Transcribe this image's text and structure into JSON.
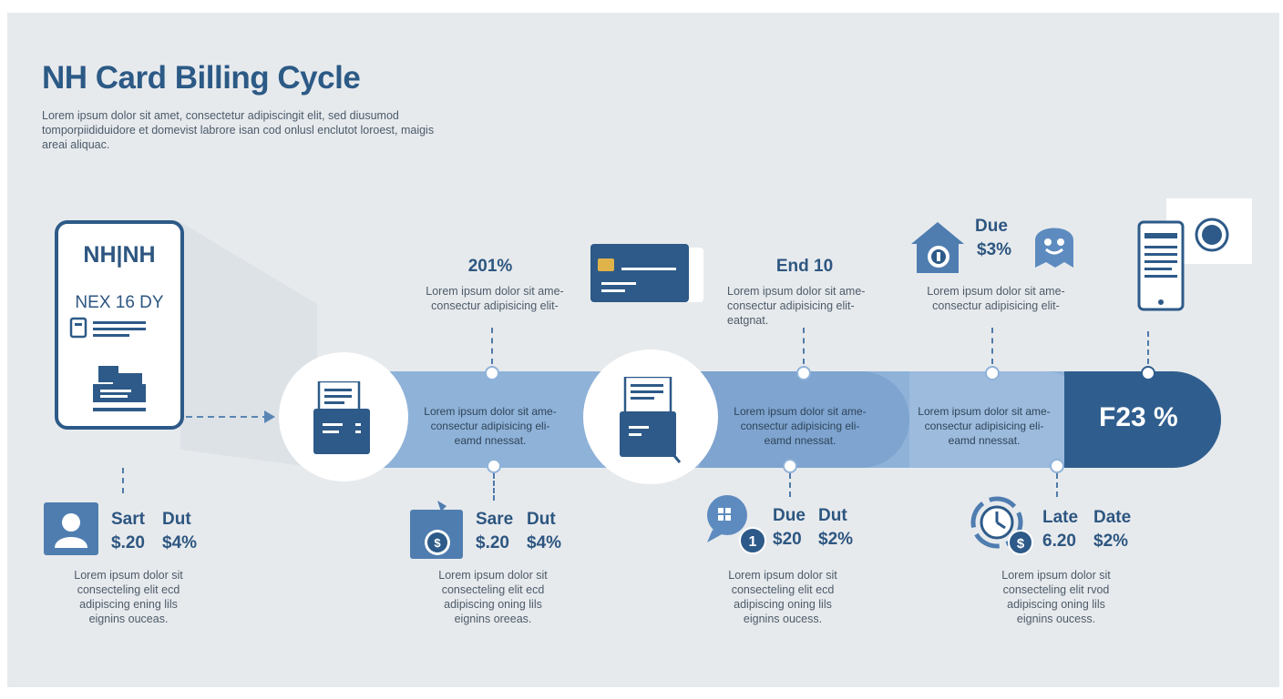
{
  "header": {
    "title": "NH Card Billing Cycle",
    "subtitle": "Lorem ipsum dolor sit amet, consectetur adipiscingit elit, sed diusumod tomporpiididuidore et domevist labrore isan cod onlusl enclutot loroest, maigis areai aliquac."
  },
  "card": {
    "line1": "NH|NH",
    "line2": "NEX  16 DY"
  },
  "top": [
    {
      "heading": "201%",
      "text": "Lorem ipsum dolor sit ame-\nconsectur adipisicing elit-"
    },
    {
      "heading": "End 10",
      "text": "Lorem ipsum dolor sit ame-\nconsectur adipisicing elit-\neatgnat."
    },
    {
      "heading_a": "Due",
      "heading_b": "$3%",
      "text": "Lorem ipsum dolor sit ame-\nconsectur adipisicing elit-"
    }
  ],
  "band": {
    "seg1": "Lorem ipsum dolor sit ame-\nconsectur adipisicing eli-\neamd nnessat.",
    "seg2": "Lorem ipsum dolor sit ame-\nconsectur adipisicing eli-\neamd nnessat.",
    "seg3": "Lorem ipsum dolor sit ame-\nconsectur adipisicing eli-\neamd nnessat.",
    "end_label": "F23 %"
  },
  "bottom": [
    {
      "k1": "Sart",
      "k2": "Dut",
      "v1": "$.20",
      "v2": "$4%",
      "text": "Lorem ipsum dolor sit\nconsecteling elit ecd\nadipiscing ening lils\neignins ouceas."
    },
    {
      "k1": "Sare",
      "k2": "Dut",
      "v1": "$.20",
      "v2": "$4%",
      "text": "Lorem ipsum dolor sit\nconsecteling elit ecd\nadipiscing oning lils\neignins oreeas."
    },
    {
      "k1": "Due",
      "k2": "Dut",
      "v1": "$20",
      "v2": "$2%",
      "text": "Lorem ipsum dolor sit\nconsecteling elit ecd\nadipiscing oning lils\neignins oucess."
    },
    {
      "k1": "Late",
      "k2": "Date",
      "v1": "6.20",
      "v2": "$2%",
      "text": "Lorem ipsum dolor sit\nconsecteling elit rvod\nadipiscing oning lils\neignins oucess."
    }
  ],
  "icons": {
    "card_doc": "card-document-icon",
    "credit_card": "credit-card-icon",
    "home_money": "house-money-icon",
    "chat_face": "smiley-badge-icon",
    "phone_receipt": "phone-receipt-icon",
    "target_ring": "target-ring-icon",
    "receipt_box_1": "receipt-box-icon",
    "receipt_box_2": "receipt-box-icon",
    "user": "user-icon",
    "money_bag": "money-bag-icon",
    "chat_calendar": "chat-calendar-icon",
    "late_clock": "late-clock-icon"
  },
  "colors": {
    "primary": "#2f5e8e",
    "band_light": "#8fb2d8",
    "band_mid": "#7ea4cf",
    "background": "#e7eaed"
  }
}
